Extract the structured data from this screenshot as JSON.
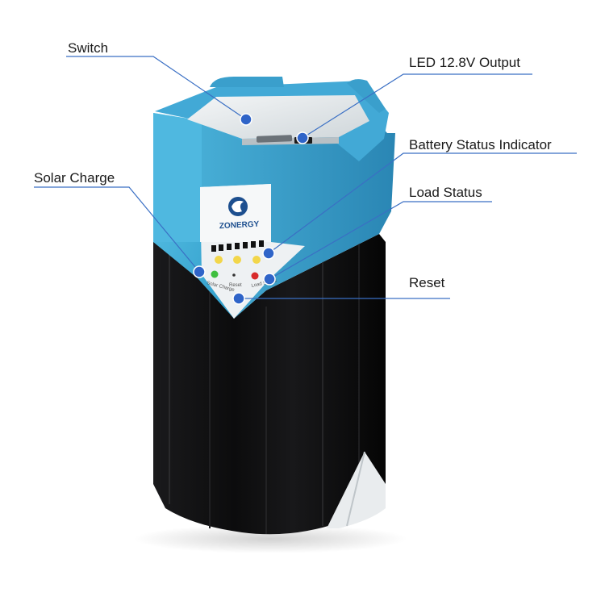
{
  "callouts": {
    "switch": "Switch",
    "led_output": "LED 12.8V Output",
    "battery_status": "Battery Status Indicator",
    "solar_charge": "Solar Charge",
    "load_status": "Load Status",
    "reset": "Reset"
  },
  "device": {
    "brand": "ZONERGY",
    "panel_labels": {
      "solar_charge": "Solar Charge",
      "reset": "Reset",
      "load_status": "Load Status"
    }
  },
  "colors": {
    "accent_blue": "#2f64c8",
    "body_cyan": "#4fb6dd",
    "body_black": "#0f0f10",
    "led_green": "#3fbf3f",
    "led_yellow": "#f2d64a",
    "led_red": "#d82b2b"
  },
  "icons": {
    "logo": "zonergy-logo-icon"
  }
}
